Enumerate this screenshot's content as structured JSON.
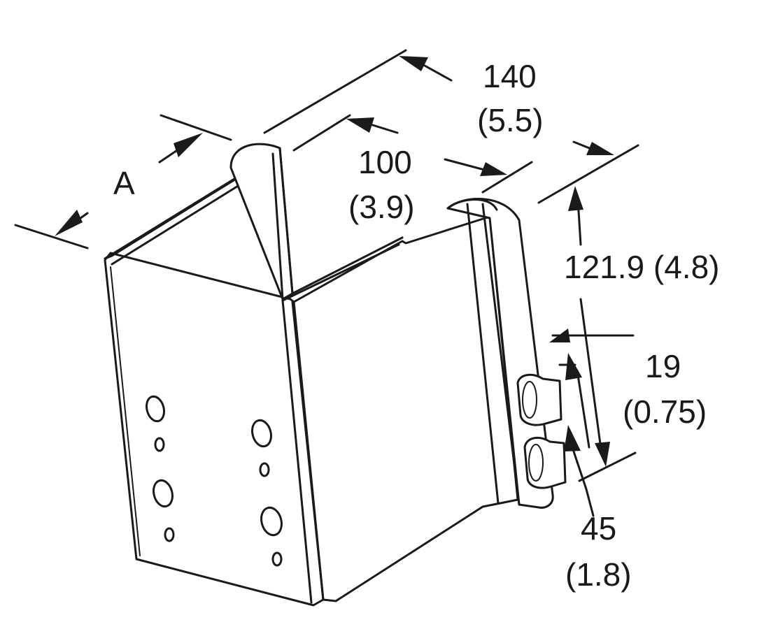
{
  "labels": {
    "width_a": "A",
    "overall_width_mm": "140",
    "overall_width_in": "(5.5)",
    "inner_width_mm": "100",
    "inner_width_in": "(3.9)",
    "height_mm_in": "121.9 (4.8)",
    "slot_spacing_mm": "19",
    "slot_spacing_in": "(0.75)",
    "slot_offset_mm": "45",
    "slot_offset_in": "(1.8)"
  }
}
